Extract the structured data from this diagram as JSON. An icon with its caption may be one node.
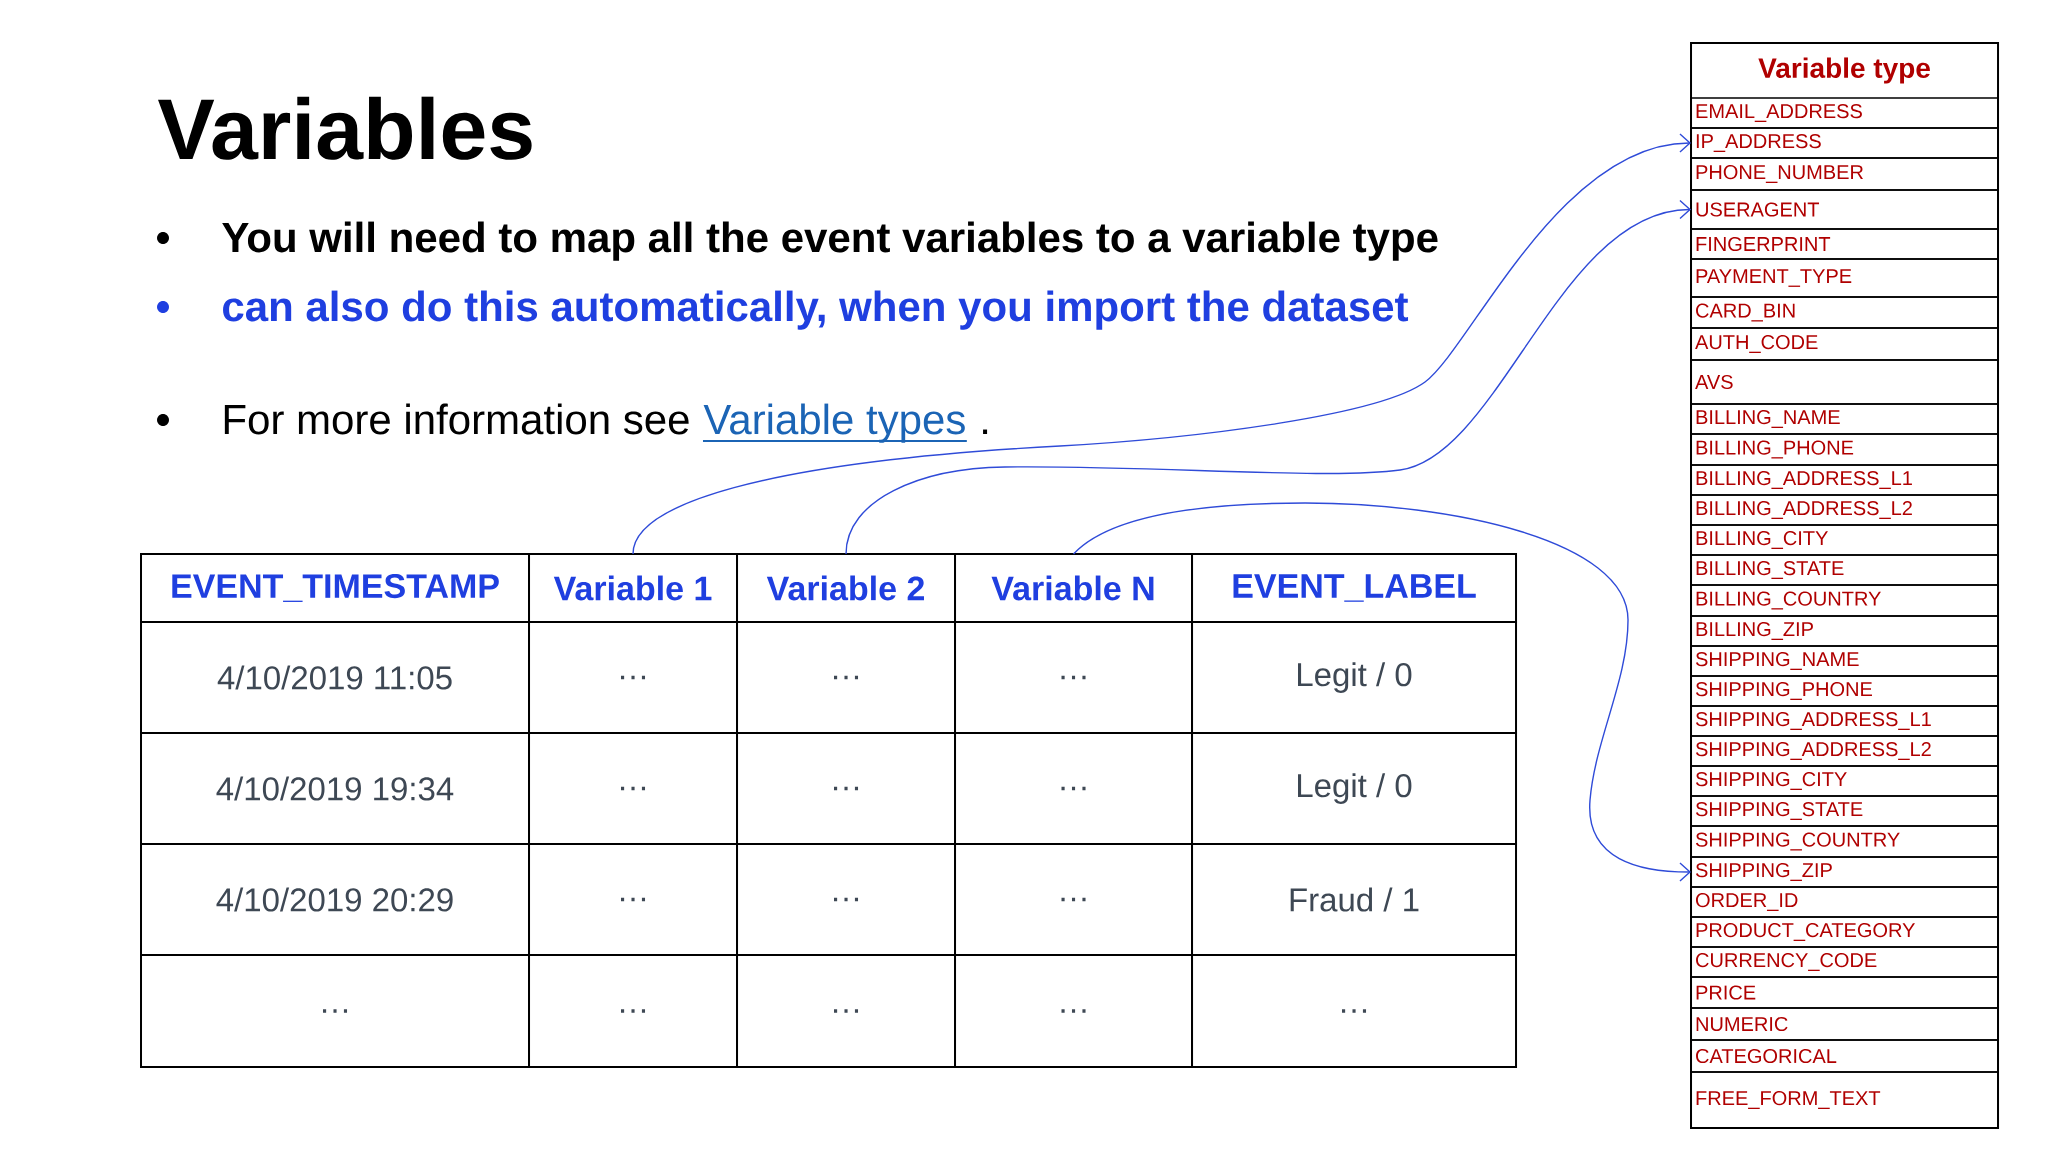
{
  "diagram": {
    "title": "Variables",
    "nodes": [
      {
        "text": [
          "EVENT_TIMESTAMP"
        ]
      },
      {
        "text": [
          "Variable 1"
        ]
      },
      {
        "text": [
          "Variable 2"
        ]
      },
      {
        "text": [
          "Variable N"
        ]
      },
      {
        "text": [
          "EVENT_LABEL"
        ]
      },
      {
        "text": [
          "Variable type"
        ]
      },
      {
        "text": [
          "EMAIL_ADDRESS"
        ],
        "in": 5
      },
      {
        "text": [
          "IP_ADDRESS"
        ],
        "in": 5
      },
      {
        "text": [
          "PHONE_NUMBER"
        ],
        "in": 5
      },
      {
        "text": [
          "USERAGENT"
        ],
        "in": 5
      },
      {
        "text": [
          "FINGERPRINT"
        ],
        "in": 5
      },
      {
        "text": [
          "PAYMENT_TYPE"
        ],
        "in": 5
      },
      {
        "text": [
          "CARD_BIN"
        ],
        "in": 5
      },
      {
        "text": [
          "AUTH_CODE"
        ],
        "in": 5
      },
      {
        "text": [
          "AVS"
        ],
        "in": 5
      },
      {
        "text": [
          "BILLING_NAME"
        ],
        "in": 5
      },
      {
        "text": [
          "BILLING_PHONE"
        ],
        "in": 5
      },
      {
        "text": [
          "BILLING_ADDRESS_L1"
        ],
        "in": 5
      },
      {
        "text": [
          "BILLING_ADDRESS_L2"
        ],
        "in": 5
      },
      {
        "text": [
          "BILLING_CITY"
        ],
        "in": 5
      },
      {
        "text": [
          "BILLING_STATE"
        ],
        "in": 5
      },
      {
        "text": [
          "BILLING_COUNTRY"
        ],
        "in": 5
      },
      {
        "text": [
          "BILLING_ZIP"
        ],
        "in": 5
      },
      {
        "text": [
          "SHIPPING_NAME"
        ],
        "in": 5
      },
      {
        "text": [
          "SHIPPING_PHONE"
        ],
        "in": 5
      },
      {
        "text": [
          "SHIPPING_ADDRESS_L1"
        ],
        "in": 5
      },
      {
        "text": [
          "SHIPPING_ADDRESS_L2"
        ],
        "in": 5
      },
      {
        "text": [
          "SHIPPING_CITY"
        ],
        "in": 5
      },
      {
        "text": [
          "SHIPPING_STATE"
        ],
        "in": 5
      },
      {
        "text": [
          "SHIPPING_COUNTRY"
        ],
        "in": 5
      },
      {
        "text": [
          "SHIPPING_ZIP"
        ],
        "in": 5
      },
      {
        "text": [
          "ORDER_ID"
        ],
        "in": 5
      },
      {
        "text": [
          "PRODUCT_CATEGORY"
        ],
        "in": 5
      },
      {
        "text": [
          "CURRENCY_CODE"
        ],
        "in": 5
      },
      {
        "text": [
          "PRICE"
        ],
        "in": 5
      },
      {
        "text": [
          "NUMERIC"
        ],
        "in": 5
      },
      {
        "text": [
          "CATEGORICAL"
        ],
        "in": 5
      },
      {
        "text": [
          "FREE_FORM_TEXT"
        ],
        "in": 5
      }
    ],
    "edges": [
      {
        "from": 1,
        "to": 7,
        "arrow": "to"
      },
      {
        "from": 2,
        "to": 9,
        "arrow": "to"
      },
      {
        "from": 3,
        "to": 30,
        "arrow": "to"
      }
    ],
    "labels": [
      "You will need to map all the event variables to a variable type",
      "can also do this automatically, when you import the dataset",
      "For more information see",
      "Variable types",
      ".",
      "4/10/2019 11:05",
      "…",
      "…",
      "…",
      "Legit / 0",
      "4/10/2019 19:34",
      "…",
      "…",
      "…",
      "Legit / 0",
      "4/10/2019 20:29",
      "…",
      "…",
      "…",
      "Fraud / 1",
      "…",
      "…",
      "…",
      "…",
      "…"
    ]
  }
}
